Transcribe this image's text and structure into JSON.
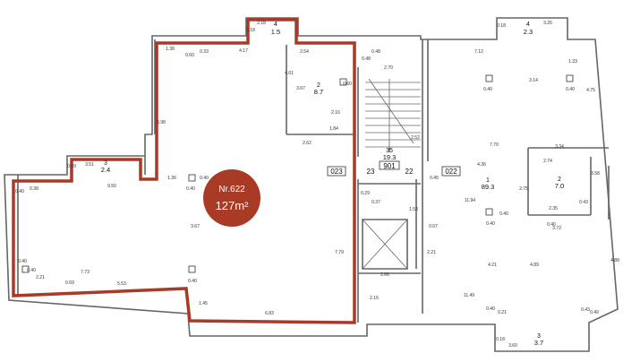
{
  "badge": {
    "number": "Nr.622",
    "area": "127m²",
    "color": "#a83a26"
  },
  "highlight_color": "#a83a26",
  "rooms": {
    "balcony_top_center": {
      "num": "4",
      "area": "1.5"
    },
    "balcony_top_right": {
      "num": "4",
      "area": "2.3"
    },
    "balcony_left": {
      "num": "3",
      "area": "2.4"
    },
    "balcony_bottom_right": {
      "num": "3",
      "area": "3.7"
    },
    "room_2_left": {
      "num": "2",
      "area": "8.7"
    },
    "stair": {
      "num": "35",
      "area": "19.3"
    },
    "room_1_right": {
      "num": "1",
      "area": "89.3"
    },
    "room_2_right": {
      "num": "2",
      "area": "7.0"
    }
  },
  "tags": {
    "t023": "023",
    "t23": "23",
    "t901": "901",
    "t22": "22",
    "t022": "022"
  },
  "dims": {
    "d1": "2.18",
    "d2": "0.18",
    "d3": "1.38",
    "d4": "0.60",
    "d5": "0.33",
    "d6": "4.17",
    "d7": "2.54",
    "d8": "0.48",
    "d9": "0.48",
    "d10": "2.70",
    "d11": "0.18",
    "d12": "3.26",
    "d13": "7.12",
    "d14": "1.33",
    "d15": "0.40",
    "d16": "3.14",
    "d17": "0.40",
    "d18": "4.75",
    "d19": "4.01",
    "d20": "3.67",
    "d21": "0.60",
    "d22": "2.16",
    "d23": "1.84",
    "d24": "2.62",
    "d25": "5.98",
    "d26": "2.52",
    "d27": "7.70",
    "d28": "3.34",
    "d29": "2.74",
    "d30": "4.36",
    "d31": "3.51",
    "d32": "0.69",
    "d33": "1.36",
    "d34": "0.40",
    "d35": "0.40",
    "d36": "0.40",
    "d37": "0.45",
    "d38": "9.50",
    "d39": "0.38",
    "d40": "0.29",
    "d41": "0.37",
    "d42": "1.53",
    "d43": "2.75",
    "d44": "11.94",
    "d45": "0.40",
    "d46": "2.35",
    "d47": "0.43",
    "d48": "3.58",
    "d49": "0.40",
    "d50": "3.67",
    "d51": "0.40",
    "d52": "3.72",
    "d53": "0.40",
    "d54": "7.79",
    "d55": "0.40",
    "d56": "0.07",
    "d57": "2.21",
    "d58": "7.73",
    "d59": "2.21",
    "d60": "2.66",
    "d61": "4.21",
    "d62": "4.89",
    "d63": "4.88",
    "d64": "0.69",
    "d65": "5.53",
    "d66": "0.40",
    "d67": "2.16",
    "d68": "11.49",
    "d69": "1.45",
    "d70": "6.83",
    "d71": "0.40",
    "d72": "0.21",
    "d73": "0.43",
    "d74": "0.18",
    "d75": "3.60",
    "d76": "0.40"
  }
}
